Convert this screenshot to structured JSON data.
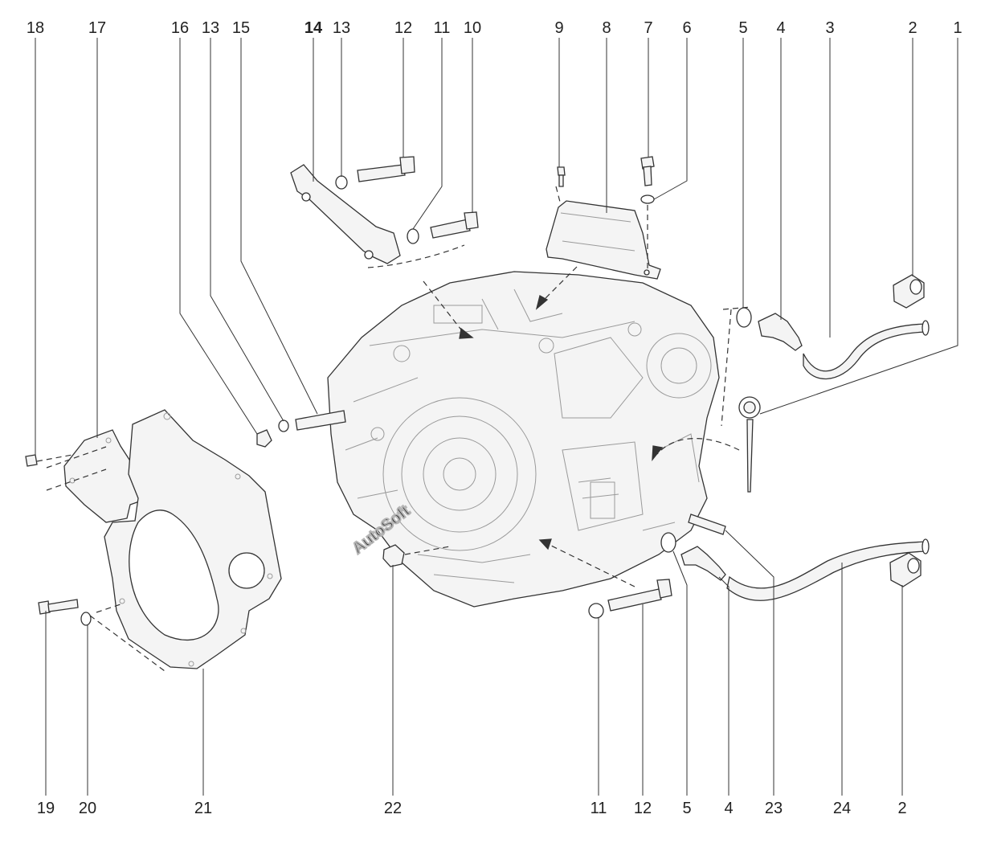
{
  "callouts": {
    "c18_top": "18",
    "c17_top": "17",
    "c16_top": "16",
    "c13a_top": "13",
    "c15_top": "15",
    "c14_top": "14",
    "c13b_top": "13",
    "c12_top": "12",
    "c11_top": "11",
    "c10_top": "10",
    "c9_top": "9",
    "c8_top": "8",
    "c7_top": "7",
    "c6_top": "6",
    "c5_top": "5",
    "c4_top": "4",
    "c3_top": "3",
    "c2_top": "2",
    "c1_top": "1",
    "c19_bot": "19",
    "c20_bot": "20",
    "c21_bot": "21",
    "c22_bot": "22",
    "c11_bot": "11",
    "c12_bot": "12",
    "c5_bot": "5",
    "c4_bot": "4",
    "c23_bot": "23",
    "c24_bot": "24",
    "c2_bot": "2"
  },
  "watermark": "AutoSoft"
}
